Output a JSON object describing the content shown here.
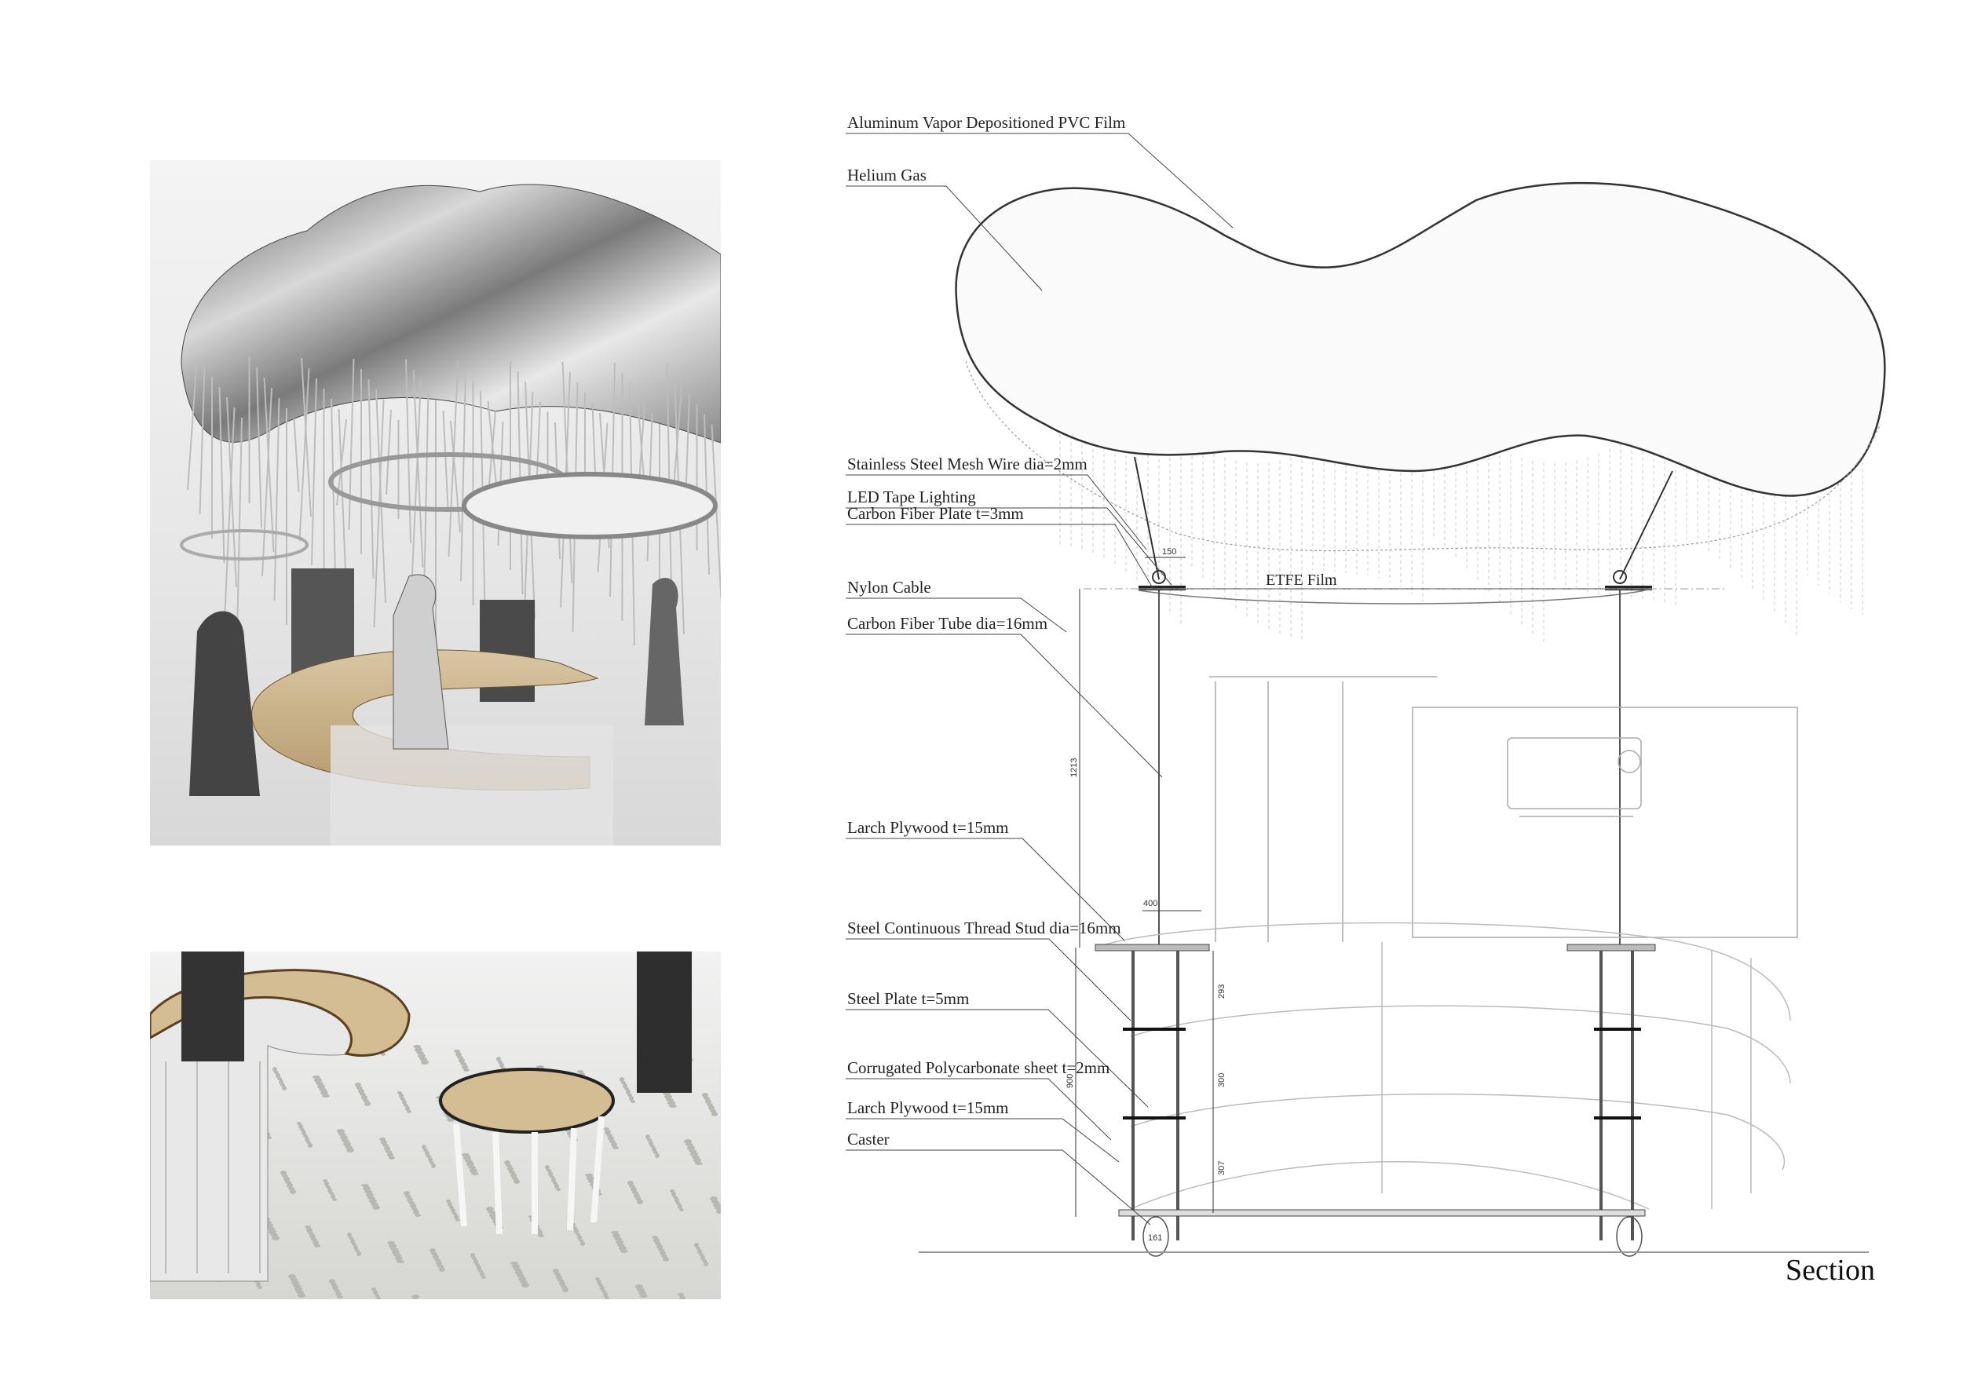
{
  "labels": [
    "Aluminum Vapor Depositioned PVC Film",
    "Helium Gas",
    "Stainless Steel Mesh Wire dia=2mm",
    "LED Tape Lighting",
    "Carbon Fiber Plate t=3mm",
    "Nylon Cable",
    "Carbon Fiber Tube dia=16mm",
    "Larch Plywood t=15mm",
    "Steel Continuous Thread Stud dia=16mm",
    "Steel Plate t=5mm",
    "Corrugated Polycarbonate sheet t=2mm",
    "Larch Plywood t=15mm",
    "Caster"
  ],
  "drawing": {
    "etfe_label": "ETFE Film",
    "title": "Section",
    "dimensions": {
      "plate_width": "150",
      "tube_height": "1213",
      "counter_width": "400",
      "tier_1": "293",
      "tier_2": "300",
      "tier_3": "307",
      "total_height": "900",
      "caster_width": "161"
    }
  }
}
